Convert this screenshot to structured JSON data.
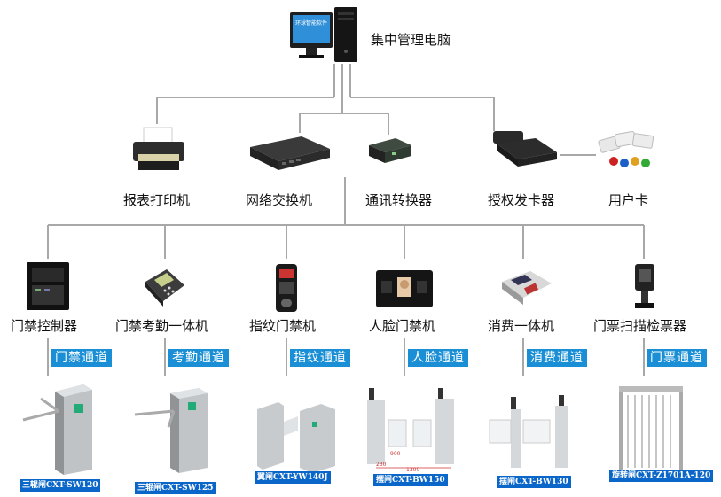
{
  "center": {
    "label": "集中管理电脑",
    "screen_text": "环球智能软件"
  },
  "tier2": {
    "printer": "报表打印机",
    "switch": "网络交换机",
    "converter": "通讯转换器",
    "card_issuer": "授权发卡器",
    "user_card": "用户卡"
  },
  "devices": [
    {
      "label": "门禁控制器",
      "badge": "门禁通道",
      "caption": "三辊闸CXT-SW120"
    },
    {
      "label": "门禁考勤一体机",
      "badge": "考勤通道",
      "caption": "三辊闸CXT-SW125"
    },
    {
      "label": "指纹门禁机",
      "badge": "指纹通道",
      "caption": "翼闸CXT-YW140J"
    },
    {
      "label": "人脸门禁机",
      "badge": "人脸通道",
      "caption": "摆闸CXT-BW150"
    },
    {
      "label": "消费一体机",
      "badge": "消费通道",
      "caption": "摆闸CXT-BW130"
    },
    {
      "label": "门票扫描检票器",
      "badge": "门票通道",
      "caption": "旋转闸CXT-Z1701A-120"
    }
  ],
  "dimension_labels": [
    "900",
    "1300",
    "230"
  ],
  "colors": {
    "line": "#aaaaaa",
    "badge": "#1a8fd6",
    "caption": "#0a66c8"
  }
}
